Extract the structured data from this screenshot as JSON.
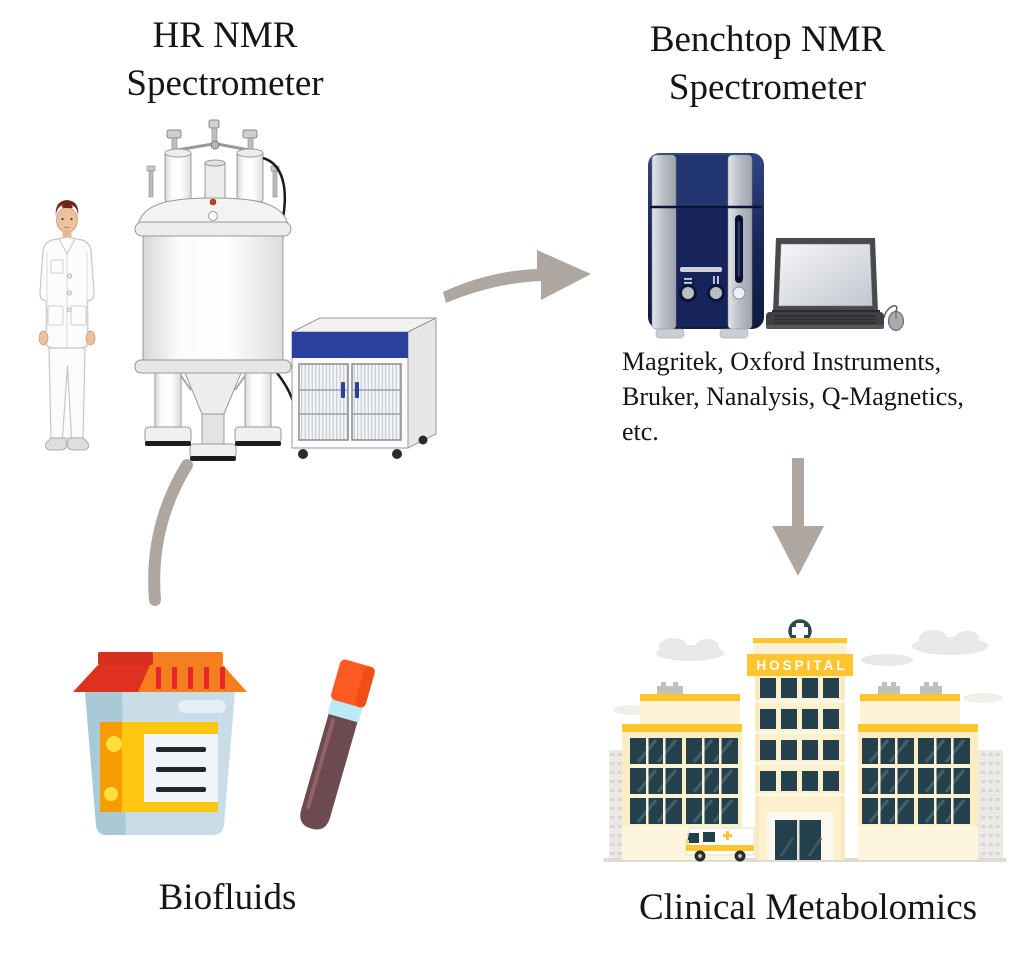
{
  "nodes": {
    "hr_nmr": {
      "title_line1": "HR NMR",
      "title_line2": "Spectrometer"
    },
    "benchtop": {
      "title_line1": "Benchtop NMR",
      "title_line2": "Spectrometer",
      "vendors_line1": "Magritek, Oxford Instruments,",
      "vendors_line2": "Bruker, Nanalysis, Q-Magnetics,",
      "vendors_line3": "etc."
    },
    "biofluids": {
      "label": "Biofluids"
    },
    "clinical": {
      "label": "Clinical Metabolomics"
    }
  },
  "hospital": {
    "sign": "HOSPITAL"
  },
  "colors": {
    "arrow": "#aea6a0",
    "text": "#151515",
    "console_blue": "#2a3f9e",
    "benchtop_navy": "#1b2b66",
    "hospital_accent": "#fec52e",
    "hospital_wall": "#fdedc2",
    "window_teal": "#24404c",
    "cup_lid_orange": "#f57f1f",
    "cup_lid_red": "#de3120",
    "cup_body_blue": "#c9dde8",
    "cup_label_yellow": "#fec610",
    "tube_cap_orange": "#fe5b22",
    "tube_body_maroon": "#6d4950"
  }
}
